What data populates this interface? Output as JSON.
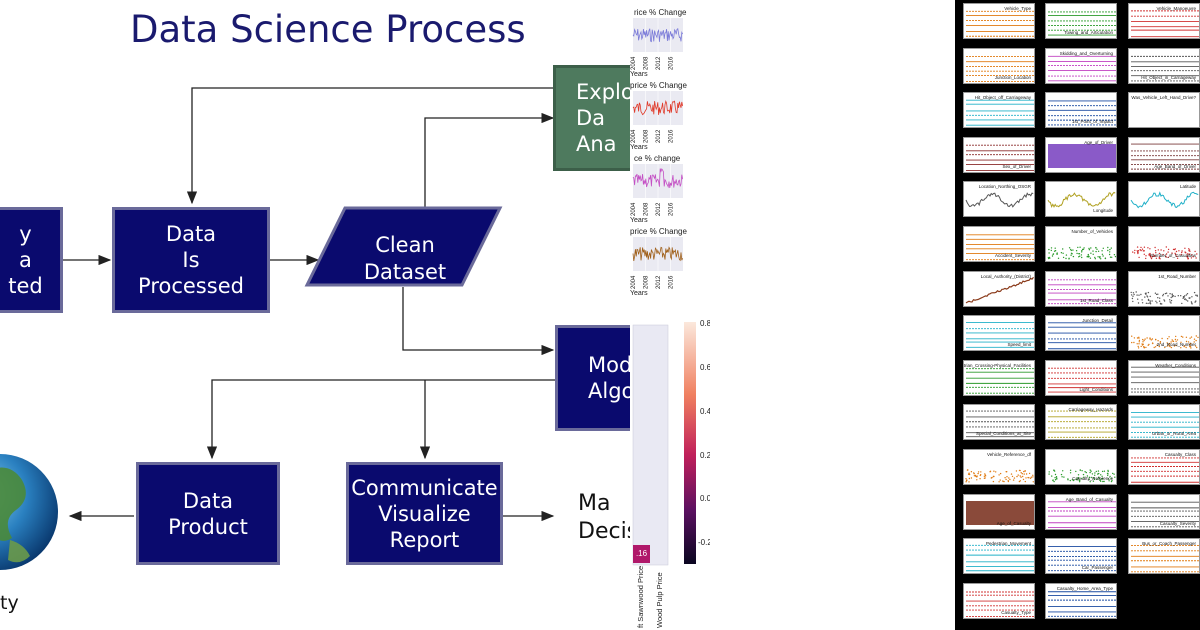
{
  "flowchart": {
    "title": "Data Science Process",
    "boxes": {
      "collected": "y\na\nted",
      "processed": "Data\nIs\nProcessed",
      "clean": "Clean\nDataset",
      "eda": "Explo\nDa\nAna",
      "model": "Mode\nAlgori",
      "product": "Data\nProduct",
      "communicate": "Communicate\nVisualize\nReport",
      "decision": "Ma\nDecis",
      "reality": "ty"
    }
  },
  "mini_charts": {
    "title": "rice % Change",
    "title_2": "price % Change",
    "title_3": "ce % change",
    "title_4": "price % Change",
    "x_ticks": [
      "2004",
      "2008",
      "2012",
      "2016"
    ],
    "x_label": "Years",
    "colors": [
      "#7a7ad8",
      "#e03a2a",
      "#c44fc4",
      "#a0601a"
    ]
  },
  "heatmap": {
    "colorbar_ticks": [
      "0.8",
      "0.6",
      "0.4",
      "0.2",
      "0.0",
      "-0.2"
    ],
    "cell_value": ".16",
    "x_labels": [
      "ft Sawnwood Price",
      "Wood Pulp Price"
    ]
  },
  "grid_panels": [
    {
      "label": "Vehicle_Type",
      "color": "#e07a10",
      "kind": "lines"
    },
    {
      "label": "Towing_and_Articulation",
      "color": "#2a9a2a",
      "kind": "lines"
    },
    {
      "label": "Vehicle_Manoeuvre",
      "color": "#d03030",
      "kind": "lines"
    },
    {
      "label": "Junction_Location",
      "color": "#e07a10",
      "kind": "lines"
    },
    {
      "label": "Skidding_and_Overturning",
      "color": "#c040c0",
      "kind": "lines"
    },
    {
      "label": "Hit_Object_in_Carriageway",
      "color": "#555555",
      "kind": "lines"
    },
    {
      "label": "Hit_Object_off_Carriageway",
      "color": "#20b0c8",
      "kind": "lines"
    },
    {
      "label": "1st_Point_of_Impact",
      "color": "#1a4aa0",
      "kind": "lines"
    },
    {
      "label": "Was_Vehicle_Left_Hand_Drive?",
      "color": "#ffffff",
      "kind": "none"
    },
    {
      "label": "Sex_of_Driver",
      "color": "#8a2a2a",
      "kind": "lines"
    },
    {
      "label": "Age_of_Driver",
      "color": "#8a5ac8",
      "kind": "fill"
    },
    {
      "label": "Age_Band_of_Driver",
      "color": "#7a3a3a",
      "kind": "lines"
    },
    {
      "label": "Location_Northing_OSGR",
      "color": "#555555",
      "kind": "wave"
    },
    {
      "label": "Longitude",
      "color": "#b0a020",
      "kind": "wave"
    },
    {
      "label": "Latitude",
      "color": "#20b0c8",
      "kind": "wave"
    },
    {
      "label": "Accident_Severity",
      "color": "#e07a10",
      "kind": "lines"
    },
    {
      "label": "Number_of_Vehicles",
      "color": "#2a9a2a",
      "kind": "dots"
    },
    {
      "label": "Number_of_Casualties",
      "color": "#d03030",
      "kind": "dots"
    },
    {
      "label": "Local_Authority_(District)",
      "color": "#8a3a1a",
      "kind": "rise"
    },
    {
      "label": "1st_Road_Class",
      "color": "#c040c0",
      "kind": "lines"
    },
    {
      "label": "1st_Road_Number",
      "color": "#555555",
      "kind": "dots"
    },
    {
      "label": "Speed_limit",
      "color": "#20b0c8",
      "kind": "lines"
    },
    {
      "label": "Junction_Detail",
      "color": "#1a4aa0",
      "kind": "lines"
    },
    {
      "label": "2nd_Road_Number",
      "color": "#e07a10",
      "kind": "dots"
    },
    {
      "label": "Pedestrian_Crossing-Physical_Facilities",
      "color": "#2a9a2a",
      "kind": "lines"
    },
    {
      "label": "Light_Conditions",
      "color": "#d03030",
      "kind": "lines"
    },
    {
      "label": "Weather_Conditions",
      "color": "#555555",
      "kind": "lines"
    },
    {
      "label": "Special_Conditions_at_Site",
      "color": "#555555",
      "kind": "lines"
    },
    {
      "label": "Carriageway_Hazards",
      "color": "#b0a020",
      "kind": "lines"
    },
    {
      "label": "Urban_or_Rural_Area",
      "color": "#20b0c8",
      "kind": "lines"
    },
    {
      "label": "Vehicle_Reference_df",
      "color": "#e07a10",
      "kind": "dots"
    },
    {
      "label": "Casualty_Reference",
      "color": "#2a9a2a",
      "kind": "dots"
    },
    {
      "label": "Casualty_Class",
      "color": "#d03030",
      "kind": "lines"
    },
    {
      "label": "Age_of_Casualty",
      "color": "#8a4a3a",
      "kind": "fill"
    },
    {
      "label": "Age_Band_of_Casualty",
      "color": "#c040c0",
      "kind": "lines"
    },
    {
      "label": "Casualty_Severity",
      "color": "#555555",
      "kind": "lines"
    },
    {
      "label": "Pedestrian_Movement",
      "color": "#20b0c8",
      "kind": "lines"
    },
    {
      "label": "Car_Passenger",
      "color": "#1a4aa0",
      "kind": "lines"
    },
    {
      "label": "Bus_or_Coach_Passenger",
      "color": "#e07a10",
      "kind": "lines"
    },
    {
      "label": "Casualty_Type",
      "color": "#d03030",
      "kind": "lines"
    },
    {
      "label": "Casualty_Home_Area_Type",
      "color": "#1a4aa0",
      "kind": "lines"
    }
  ]
}
